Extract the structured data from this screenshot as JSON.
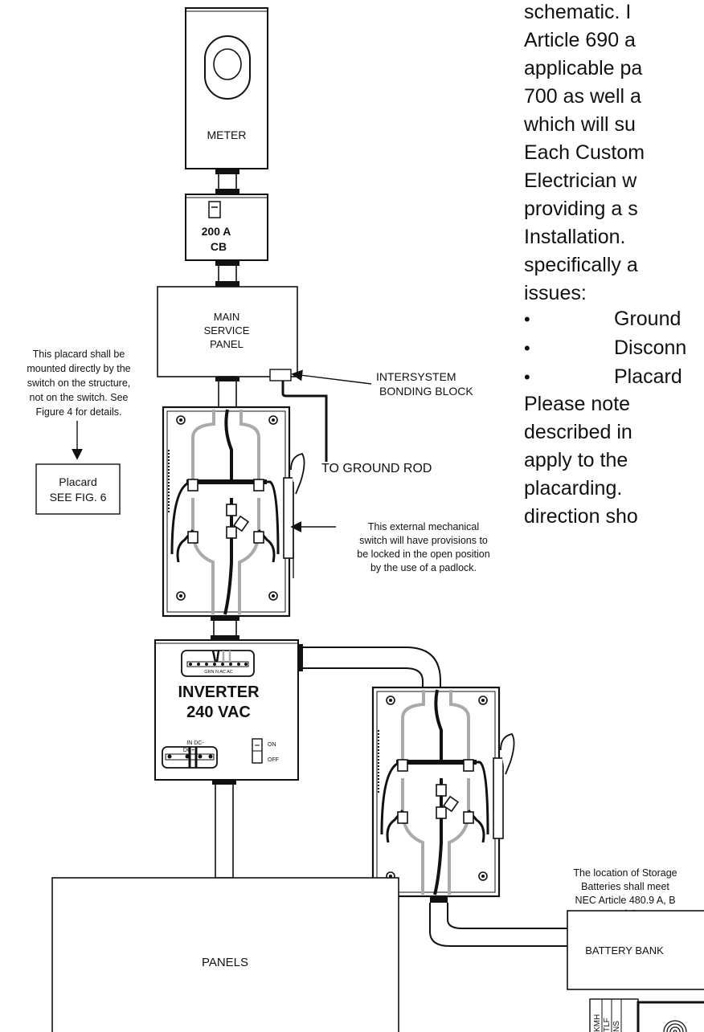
{
  "labels": {
    "meter": "METER",
    "breaker_amp": "200 A",
    "breaker_cb": "CB",
    "main_panel": [
      "MAIN",
      "SERVICE",
      "PANEL"
    ],
    "intersystem": [
      "INTERSYSTEM",
      "BONDING BLOCK"
    ],
    "ground_rod": "TO GROUND ROD",
    "placard_note": [
      "This placard shall be",
      "mounted directly by the",
      "switch on the structure,",
      "not on the switch. See",
      "Figure 4 for details."
    ],
    "placard_box": [
      "Placard",
      "SEE FIG. 6"
    ],
    "switch_note": [
      "This external mechanical",
      "switch will have provisions to",
      "be locked in the open position",
      "by the use of a padlock."
    ],
    "inverter": [
      "INVERTER",
      "240 VAC"
    ],
    "inverter_terminals_top": "GRN N  AC AC",
    "inverter_terminals_bottom": [
      "IN  DC-",
      "DC+"
    ],
    "on": "ON",
    "off": "OFF",
    "storage_note": [
      "The location of Storage",
      "Batteries shall meet",
      "NEC Article 480.9 A, B",
      "and C."
    ],
    "battery_bank": "BATTERY BANK",
    "panels": "PANELS",
    "vertical_tags": [
      "KMH",
      "TLF",
      "NS"
    ]
  },
  "body_text": {
    "lines": [
      "schematic.  I",
      "Article 690 a",
      "applicable pa",
      "700 as well a",
      "which will su",
      "Each Custom",
      "Electrician w",
      "providing a s",
      "Installation.",
      "specifically a",
      "issues:"
    ],
    "bullets": [
      "Ground",
      "Disconn",
      "Placard"
    ],
    "after": [
      "Please note",
      "described in",
      "apply to the",
      "placarding.",
      "direction sho"
    ]
  }
}
